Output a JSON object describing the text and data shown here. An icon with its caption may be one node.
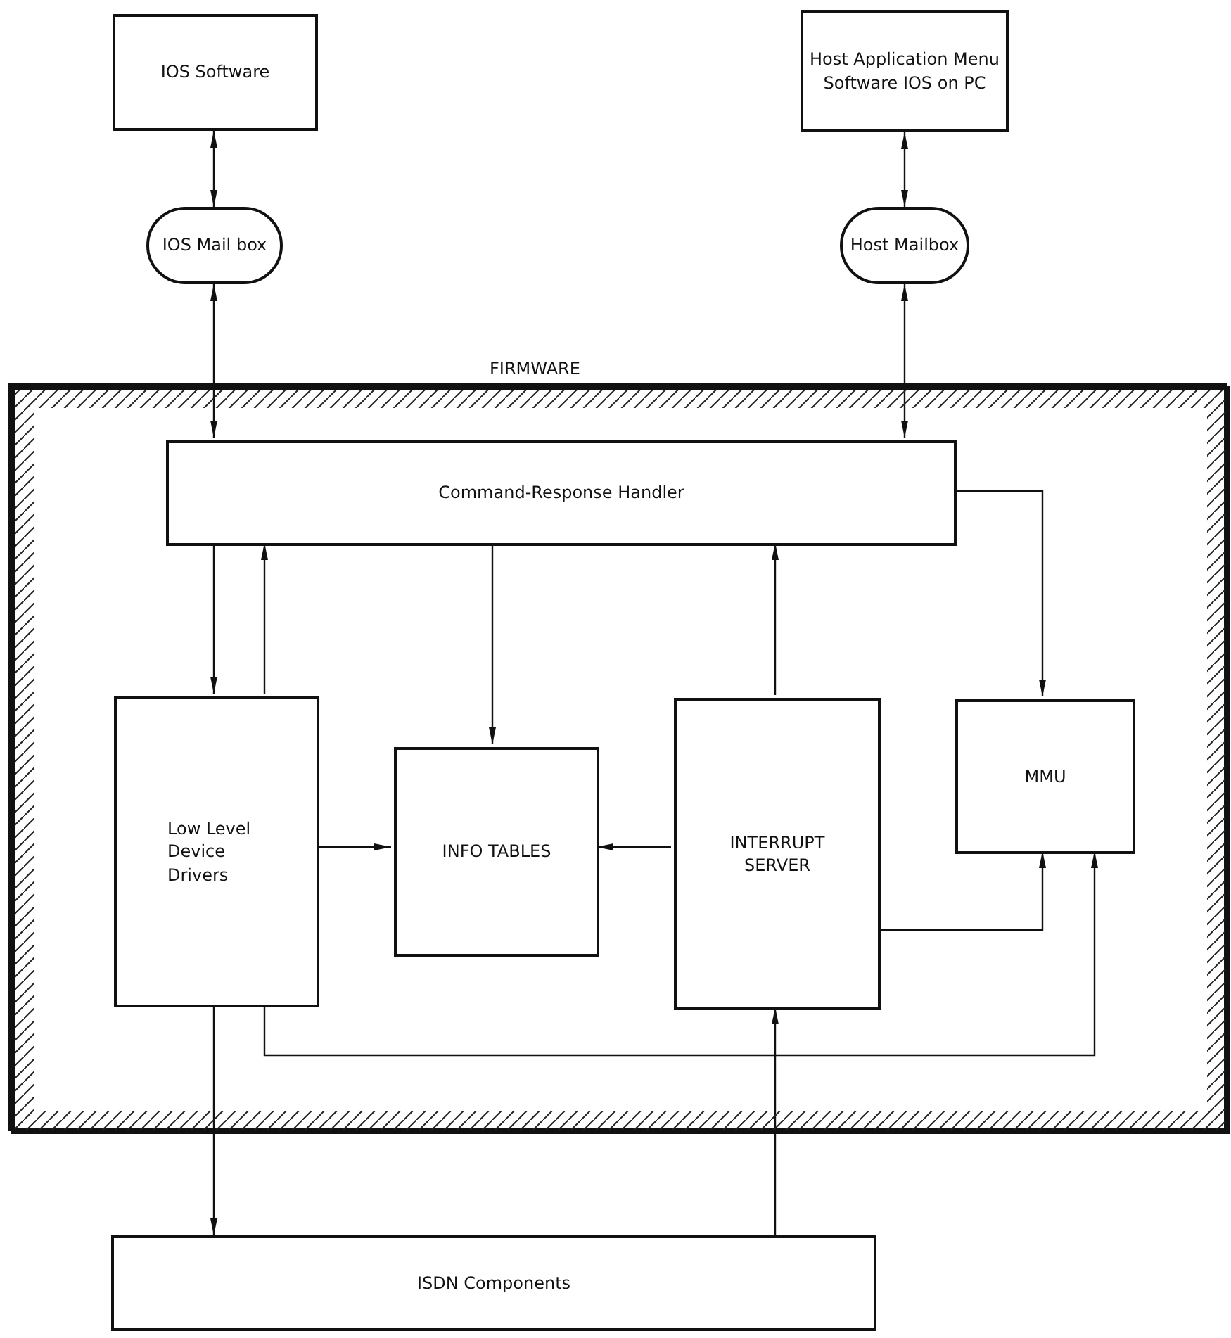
{
  "diagram": {
    "nodes": [
      {
        "text": [
          "IOS Software"
        ]
      },
      {
        "text": [
          "Host Application Menu Software IOS on PC"
        ]
      },
      {
        "text": [
          "IOS Mail box"
        ]
      },
      {
        "text": [
          "Host Mailbox"
        ]
      },
      {
        "text": [
          "FIRMWARE"
        ]
      },
      {
        "text": [
          "Command-Response Handler"
        ],
        "in": 4
      },
      {
        "text": [
          "Low Level Device Drivers"
        ],
        "in": 4
      },
      {
        "text": [
          "INFO TABLES"
        ],
        "in": 4
      },
      {
        "text": [
          "INTERRUPT SERVER"
        ],
        "in": 4
      },
      {
        "text": [
          "MMU"
        ],
        "in": 4
      },
      {
        "text": [
          "ISDN Components"
        ]
      }
    ],
    "edges": [
      {
        "from": 0,
        "to": 2,
        "arrow": "both"
      },
      {
        "from": 2,
        "to": 5,
        "arrow": "both"
      },
      {
        "from": 1,
        "to": 3,
        "arrow": "both"
      },
      {
        "from": 3,
        "to": 5,
        "arrow": "both"
      },
      {
        "from": 5,
        "to": 6,
        "arrow": "to"
      },
      {
        "from": 6,
        "to": 5,
        "arrow": "to"
      },
      {
        "from": 5,
        "to": 7,
        "arrow": "to"
      },
      {
        "from": 8,
        "to": 5,
        "arrow": "to"
      },
      {
        "from": 5,
        "to": 9,
        "arrow": "to"
      },
      {
        "from": 6,
        "to": 7,
        "arrow": "to"
      },
      {
        "from": 8,
        "to": 7,
        "arrow": "to"
      },
      {
        "from": 8,
        "to": 9,
        "arrow": "to"
      },
      {
        "from": 6,
        "to": 9,
        "arrow": "to"
      },
      {
        "from": 6,
        "to": 10,
        "arrow": "to"
      },
      {
        "from": 10,
        "to": 8,
        "arrow": "to"
      }
    ]
  }
}
